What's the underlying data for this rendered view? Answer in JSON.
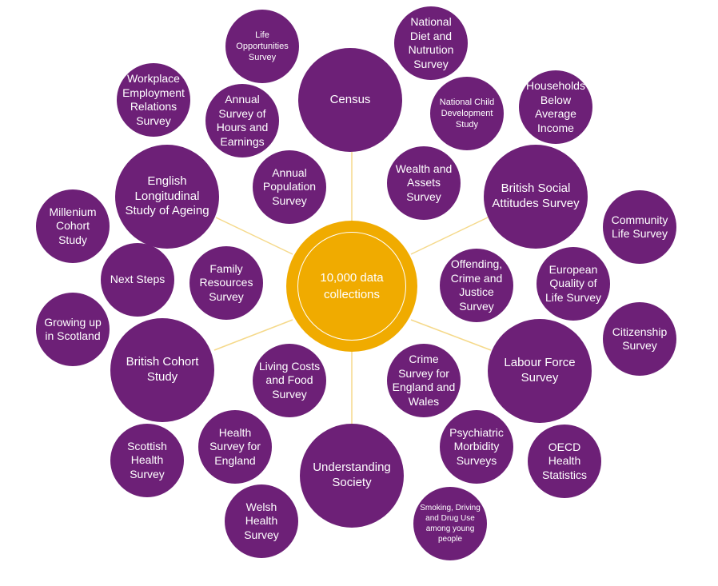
{
  "colors": {
    "bubble": "#6d2077",
    "center": "#f0ab00",
    "connector": "#f5d98a",
    "text": "#ffffff"
  },
  "center": {
    "label": "10,000 data collections"
  },
  "nodes": [
    {
      "id": "life-opportunities",
      "label": "Life Opportunities Survey"
    },
    {
      "id": "national-diet",
      "label": "National Diet and Nutrution Survey"
    },
    {
      "id": "workplace-employment",
      "label": "Workplace Employment Relations Survey"
    },
    {
      "id": "annual-hours-earnings",
      "label": "Annual Survey of Hours and Earnings"
    },
    {
      "id": "census",
      "label": "Census"
    },
    {
      "id": "national-child-development",
      "label": "National Child Development Study"
    },
    {
      "id": "households-below-average",
      "label": "Households Below Average Income"
    },
    {
      "id": "english-longitudinal",
      "label": "English Longitudinal Study of Ageing"
    },
    {
      "id": "annual-population",
      "label": "Annual Population Survey"
    },
    {
      "id": "wealth-assets",
      "label": "Wealth and Assets Survey"
    },
    {
      "id": "british-social-attitudes",
      "label": "British Social Attitudes Survey"
    },
    {
      "id": "millenium-cohort",
      "label": "Millenium Cohort Study"
    },
    {
      "id": "community-life",
      "label": "Community Life Survey"
    },
    {
      "id": "next-steps",
      "label": "Next Steps"
    },
    {
      "id": "family-resources",
      "label": "Family Resources Survey"
    },
    {
      "id": "offending-crime-justice",
      "label": "Offending, Crime and Justice Survey"
    },
    {
      "id": "european-quality-life",
      "label": "European Quality of Life Survey"
    },
    {
      "id": "growing-up-scotland",
      "label": "Growing up in Scotland"
    },
    {
      "id": "citizenship",
      "label": "Citizenship Survey"
    },
    {
      "id": "british-cohort",
      "label": "British Cohort Study"
    },
    {
      "id": "living-costs-food",
      "label": "Living Costs and Food Survey"
    },
    {
      "id": "crime-survey-england-wales",
      "label": "Crime Survey for England and Wales"
    },
    {
      "id": "labour-force",
      "label": "Labour Force Survey"
    },
    {
      "id": "health-survey-england",
      "label": "Health Survey for England"
    },
    {
      "id": "scottish-health",
      "label": "Scottish Health Survey"
    },
    {
      "id": "understanding-society",
      "label": "Understanding Society"
    },
    {
      "id": "psychiatric-morbidity",
      "label": "Psychiatric Morbidity Surveys"
    },
    {
      "id": "oecd-health",
      "label": "OECD Health Statistics"
    },
    {
      "id": "welsh-health",
      "label": "Welsh Health Survey"
    },
    {
      "id": "smoking-drinking-drug",
      "label": "Smoking, Driving and Drug Use among young people"
    }
  ]
}
